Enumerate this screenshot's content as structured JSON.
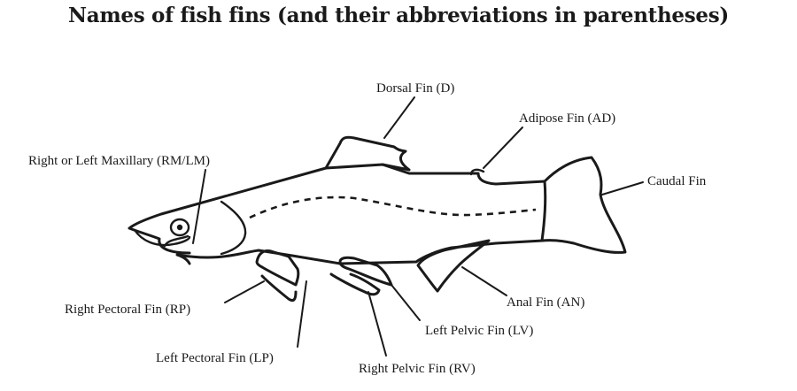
{
  "title": "Names of fish fins (and their abbreviations in parentheses)",
  "labels": {
    "dorsal": "Dorsal Fin (D)",
    "adipose": "Adipose Fin (AD)",
    "maxillary": "Right or Left Maxillary (RM/LM)",
    "caudal": "Caudal Fin",
    "right_pectoral": "Right Pectoral Fin (RP)",
    "left_pectoral": "Left Pectoral Fin (LP)",
    "anal": "Anal Fin (AN)",
    "left_pelvic": "Left Pelvic Fin (LV)",
    "right_pelvic": "Right Pelvic Fin (RV)"
  },
  "colors": {
    "ink": "#1a1a1a",
    "background": "#ffffff"
  }
}
